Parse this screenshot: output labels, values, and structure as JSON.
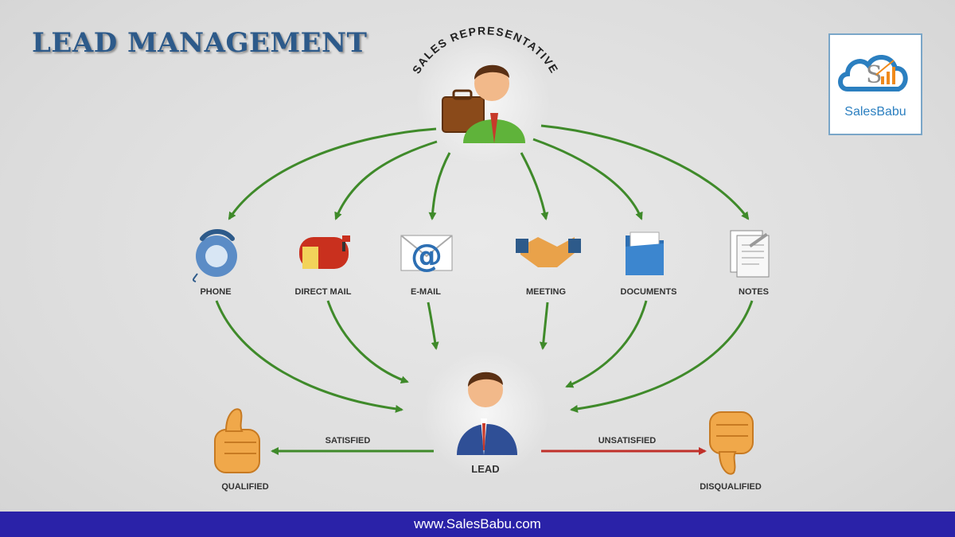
{
  "title": "LEAD MANAGEMENT",
  "logo": {
    "text": "SalesBabu"
  },
  "diagram": {
    "source": "SALES REPRESENTATIVE",
    "channels": [
      "PHONE",
      "DIRECT MAIL",
      "E-MAIL",
      "MEETING",
      "DOCUMENTS",
      "NOTES"
    ],
    "target": "LEAD",
    "outcomes": {
      "positive_edge": "SATISFIED",
      "positive_result": "QUALIFIED",
      "negative_edge": "UNSATISFIED",
      "negative_result": "DISQUALIFIED"
    }
  },
  "colors": {
    "title": "#2d5a8a",
    "arrow_positive": "#3f8a2a",
    "arrow_negative": "#c0302a",
    "footer_bg": "#2a22a8"
  },
  "footer": {
    "url": "www.SalesBabu.com"
  }
}
